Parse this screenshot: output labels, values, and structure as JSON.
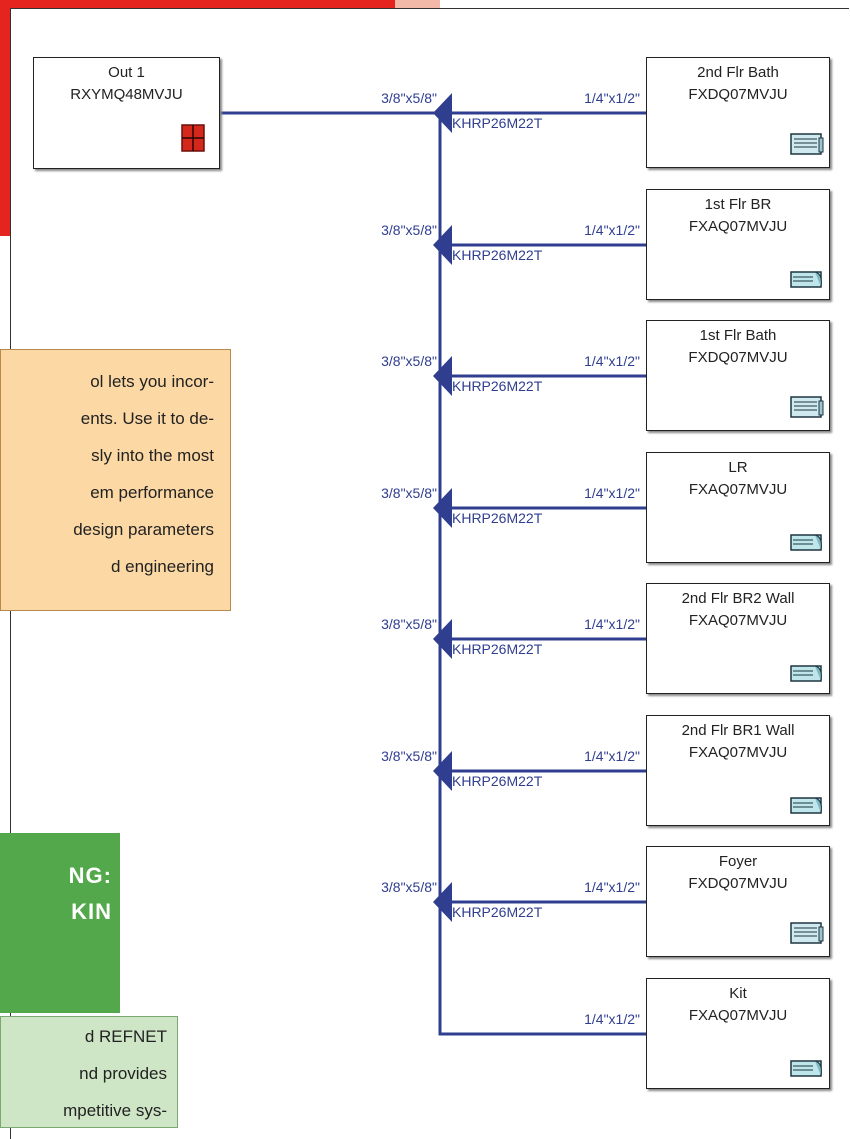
{
  "outdoor_unit": {
    "name": "Out 1",
    "model": "RXYMQ48MVJU",
    "icon": "outdoor-unit-icon"
  },
  "branches": [
    {
      "name": "2nd Flr Bath",
      "model": "FXDQ07MVJU",
      "icon": "ducted-unit-icon",
      "main_pipe": "3/8\"x5/8\"",
      "branch_pipe": "1/4\"x1/2\"",
      "refnet": "KHRP26M22T"
    },
    {
      "name": "1st Flr BR",
      "model": "FXAQ07MVJU",
      "icon": "wall-unit-icon",
      "main_pipe": "3/8\"x5/8\"",
      "branch_pipe": "1/4\"x1/2\"",
      "refnet": "KHRP26M22T"
    },
    {
      "name": "1st Flr Bath",
      "model": "FXDQ07MVJU",
      "icon": "ducted-unit-icon",
      "main_pipe": "3/8\"x5/8\"",
      "branch_pipe": "1/4\"x1/2\"",
      "refnet": "KHRP26M22T"
    },
    {
      "name": "LR",
      "model": "FXAQ07MVJU",
      "icon": "wall-unit-icon",
      "main_pipe": "3/8\"x5/8\"",
      "branch_pipe": "1/4\"x1/2\"",
      "refnet": "KHRP26M22T"
    },
    {
      "name": "2nd Flr BR2 Wall",
      "model": "FXAQ07MVJU",
      "icon": "wall-unit-icon",
      "main_pipe": "3/8\"x5/8\"",
      "branch_pipe": "1/4\"x1/2\"",
      "refnet": "KHRP26M22T"
    },
    {
      "name": "2nd Flr BR1 Wall",
      "model": "FXAQ07MVJU",
      "icon": "wall-unit-icon",
      "main_pipe": "3/8\"x5/8\"",
      "branch_pipe": "1/4\"x1/2\"",
      "refnet": "KHRP26M22T"
    },
    {
      "name": "Foyer",
      "model": "FXDQ07MVJU",
      "icon": "ducted-unit-icon",
      "main_pipe": "3/8\"x5/8\"",
      "branch_pipe": "1/4\"x1/2\"",
      "refnet": "KHRP26M22T"
    },
    {
      "name": "Kit",
      "model": "FXAQ07MVJU",
      "icon": "wall-unit-icon",
      "main_pipe": "",
      "branch_pipe": "1/4\"x1/2\"",
      "refnet": ""
    }
  ],
  "note_orange": {
    "lines": [
      "ol lets you incor-",
      "ents. Use it  to de-",
      "sly into the most",
      "em performance",
      "design parameters",
      "d engineering"
    ]
  },
  "green_heading": {
    "lines": [
      "NG:",
      "KIN"
    ]
  },
  "note_green": {
    "lines": [
      "d REFNET",
      "nd provides",
      "mpetitive sys-"
    ]
  },
  "colors": {
    "pipe": "#2f3e8f",
    "red_panel": "#e5231f",
    "green_panel": "#52a84a",
    "orange_note": "#fcd8a4",
    "green_note": "#cfe6c6"
  }
}
